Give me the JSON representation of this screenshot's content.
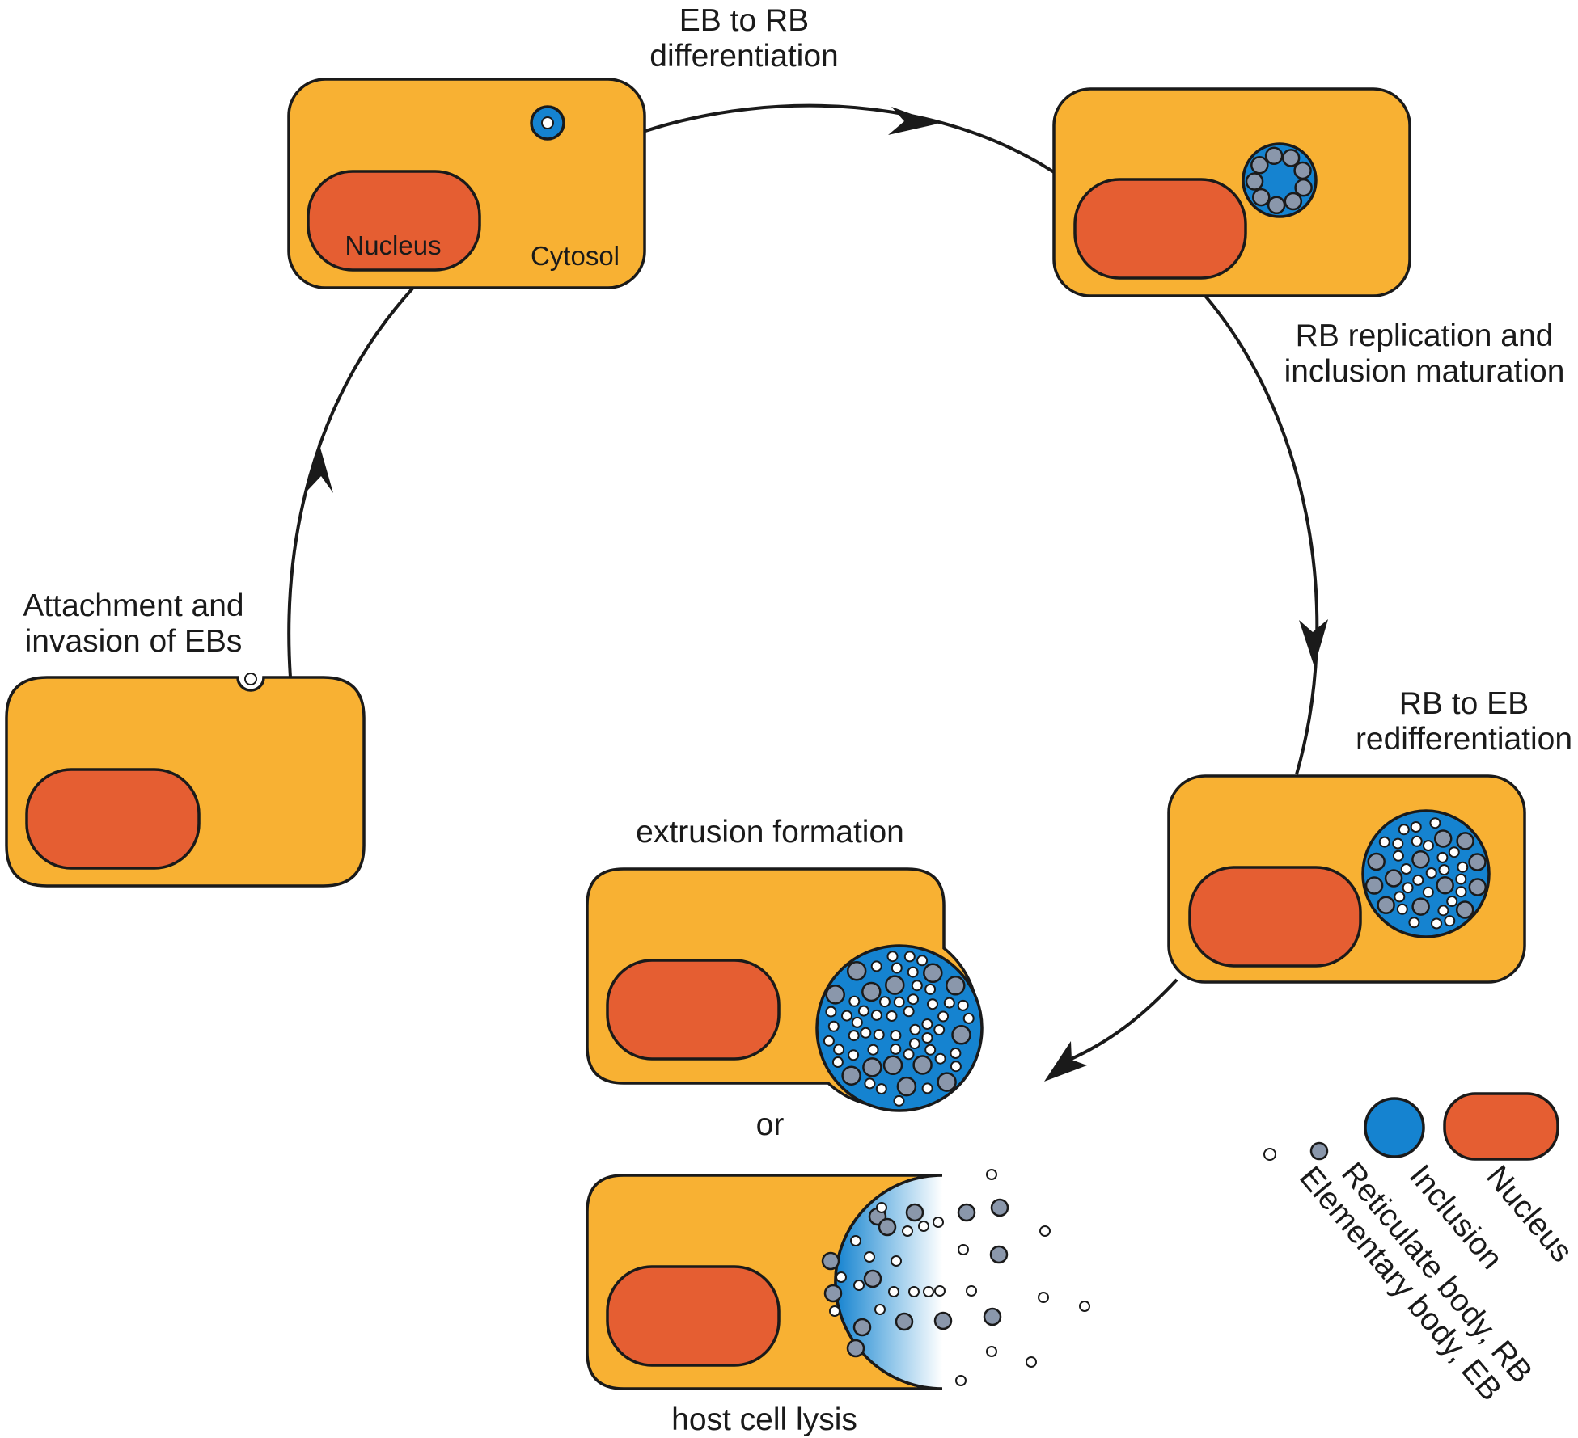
{
  "colors": {
    "cell": "#f8b133",
    "nucleus": "#e55e32",
    "inclusion": "#1583d0",
    "reticulate_body": "#8a97ab",
    "elementary_body": "#ffffff",
    "outline": "#1a1a1a"
  },
  "stages": {
    "attachment": {
      "line1": "Attachment and",
      "line2": "invasion of EBs"
    },
    "eb_to_rb": {
      "line1": "EB to RB",
      "line2": "differentiation"
    },
    "rb_replication": {
      "line1": "RB replication and",
      "line2": "inclusion maturation"
    },
    "rb_to_eb": {
      "line1": "RB to EB",
      "line2": "redifferentiation"
    },
    "extrusion": {
      "label": "extrusion formation"
    },
    "or": {
      "label": "or"
    },
    "lysis": {
      "label": "host cell lysis"
    }
  },
  "cell_labels": {
    "nucleus": "Nucleus",
    "cytosol": "Cytosol"
  },
  "legend": {
    "nucleus": "Nucleus",
    "inclusion": "Inclusion",
    "reticulate_body": "Reticulate body, RB",
    "elementary_body": "Elementary body, EB"
  }
}
